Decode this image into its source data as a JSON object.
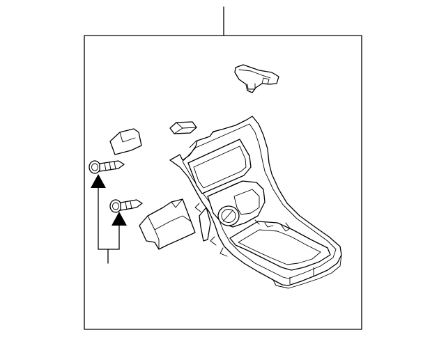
{
  "diagram": {
    "background_color": "#ffffff",
    "line_color": "#000000",
    "parts": [
      {
        "name": "center-console-trim-panel"
      },
      {
        "name": "upper-bracket"
      },
      {
        "name": "small-clip-left"
      },
      {
        "name": "small-clip-center"
      },
      {
        "name": "side-bracket"
      },
      {
        "name": "screw-upper"
      },
      {
        "name": "screw-lower"
      }
    ],
    "callouts": [
      {
        "target": "center-console-trim-panel"
      },
      {
        "target": "screws"
      }
    ],
    "arrow_markers": 2
  }
}
